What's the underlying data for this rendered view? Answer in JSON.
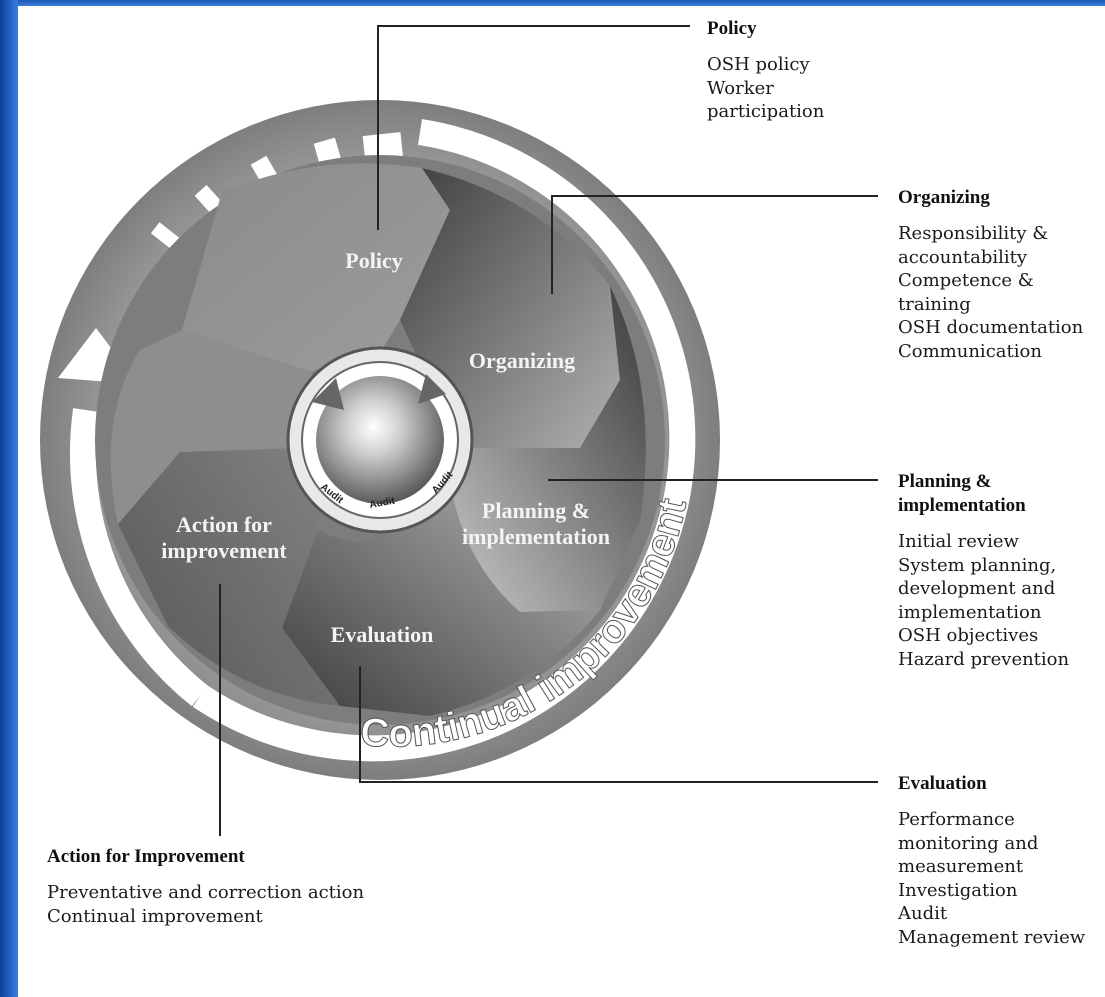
{
  "diagram": {
    "segments": [
      {
        "id": "policy",
        "label": "Policy"
      },
      {
        "id": "organizing",
        "label": "Organizing"
      },
      {
        "id": "planning",
        "label_line1": "Planning &",
        "label_line2": "implementation"
      },
      {
        "id": "evaluation",
        "label": "Evaluation"
      },
      {
        "id": "action",
        "label_line1": "Action for",
        "label_line2": "improvement"
      }
    ],
    "audit_labels": [
      "Audit",
      "Audit",
      "Audit"
    ],
    "ring_text": "Continual improvement"
  },
  "panels": {
    "policy": {
      "title": "Policy",
      "items": [
        "OSH policy",
        "Worker",
        "participation"
      ]
    },
    "organizing": {
      "title": "Organizing",
      "items": [
        "Responsibility &",
        "accountability",
        "Competence &",
        "training",
        "OSH documentation",
        "Communication"
      ]
    },
    "planning": {
      "title": "Planning &\nimplementation",
      "items": [
        "Initial review",
        "System planning,",
        "development and",
        "implementation",
        "OSH objectives",
        "Hazard prevention"
      ]
    },
    "evaluation": {
      "title": "Evaluation",
      "items": [
        "Performance",
        "monitoring and",
        "measurement",
        "Investigation",
        "Audit",
        "Management review"
      ]
    },
    "action": {
      "title": "Action for Improvement",
      "items": [
        "Preventative and correction action",
        "Continual improvement"
      ]
    }
  },
  "colors": {
    "slide_accent": "#1f62c2",
    "ring": "#8d8d8d",
    "segment_dark": "#4a4a4a",
    "segment_light": "#b5b5b5"
  }
}
